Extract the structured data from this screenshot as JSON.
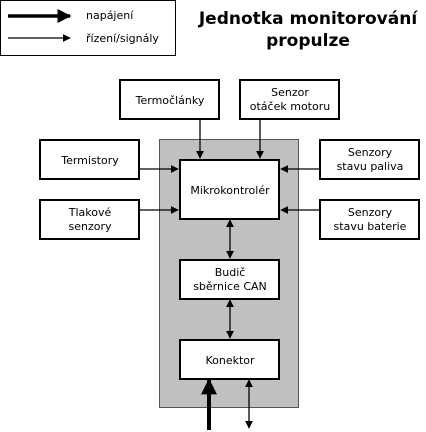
{
  "title": {
    "line1": "Jednotka monitorování",
    "line2": "propulze"
  },
  "legend": {
    "power_label": "napájení",
    "signal_label": "řízení/signály"
  },
  "colors": {
    "housing": "#c0c0c0",
    "box_fill": "#ffffff",
    "stroke": "#000000"
  },
  "boxes": {
    "thermocouples": {
      "line1": "Termočlánky"
    },
    "rpm_sensor": {
      "line1": "Senzor",
      "line2": "otáček motoru"
    },
    "thermistors": {
      "line1": "Termistory"
    },
    "fuel_sensors": {
      "line1": "Senzory",
      "line2": "stavu paliva"
    },
    "mcu": {
      "line1": "Mikrokontrolér"
    },
    "pressure_sensors": {
      "line1": "Tlakové",
      "line2": "senzory"
    },
    "battery_sensors": {
      "line1": "Senzory",
      "line2": "stavu baterie"
    },
    "can_driver": {
      "line1": "Budič",
      "line2": "sběrnice CAN"
    },
    "connector": {
      "line1": "Konektor"
    }
  }
}
